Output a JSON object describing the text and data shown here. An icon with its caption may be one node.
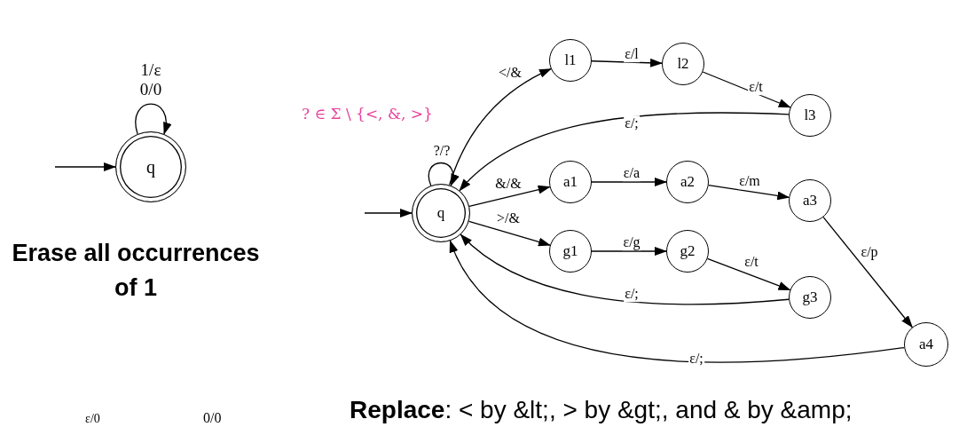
{
  "diagram": {
    "nodes": [
      {
        "text": [
          "q"
        ]
      },
      {
        "text": [
          "q"
        ]
      },
      {
        "text": [
          "l1"
        ]
      },
      {
        "text": [
          "l2"
        ]
      },
      {
        "text": [
          "l3"
        ]
      },
      {
        "text": [
          "a1"
        ]
      },
      {
        "text": [
          "a2"
        ]
      },
      {
        "text": [
          "a3"
        ]
      },
      {
        "text": [
          "a4"
        ]
      },
      {
        "text": [
          "g1"
        ]
      },
      {
        "text": [
          "g2"
        ]
      },
      {
        "text": [
          "g3"
        ]
      }
    ],
    "edges": [
      {
        "from": null,
        "to": 0,
        "arrow": "to"
      },
      {
        "from": 0,
        "to": 0,
        "label": "1/ε 0/0",
        "arrow": "to"
      },
      {
        "from": null,
        "to": 1,
        "arrow": "to"
      },
      {
        "from": 1,
        "to": 1,
        "label": "?/?",
        "arrow": "to"
      },
      {
        "from": 1,
        "to": 2,
        "label": "</&",
        "arrow": "to"
      },
      {
        "from": 2,
        "to": 3,
        "label": "ε/l",
        "arrow": "to"
      },
      {
        "from": 3,
        "to": 4,
        "label": "ε/t",
        "arrow": "to"
      },
      {
        "from": 4,
        "to": 1,
        "label": "ε/;",
        "arrow": "to"
      },
      {
        "from": 1,
        "to": 5,
        "label": "&/&",
        "arrow": "to"
      },
      {
        "from": 5,
        "to": 6,
        "label": "ε/a",
        "arrow": "to"
      },
      {
        "from": 6,
        "to": 7,
        "label": "ε/m",
        "arrow": "to"
      },
      {
        "from": 7,
        "to": 8,
        "label": "ε/p",
        "arrow": "to"
      },
      {
        "from": 1,
        "to": 9,
        "label": ">/&",
        "arrow": "to"
      },
      {
        "from": 9,
        "to": 10,
        "label": "ε/g",
        "arrow": "to"
      },
      {
        "from": 10,
        "to": 11,
        "label": "ε/t",
        "arrow": "to"
      },
      {
        "from": 11,
        "to": 1,
        "label": "ε/;",
        "arrow": "to"
      },
      {
        "from": 8,
        "to": 1,
        "label": "ε/;",
        "arrow": "to"
      }
    ],
    "labels": [
      "? ∈ Σ \\ {<, &, >}",
      "Erase all occurrences of 1",
      "**Replace**: < by &lt;, > by &gt;, and & by &amp;",
      "ε/0",
      "0/0"
    ]
  }
}
